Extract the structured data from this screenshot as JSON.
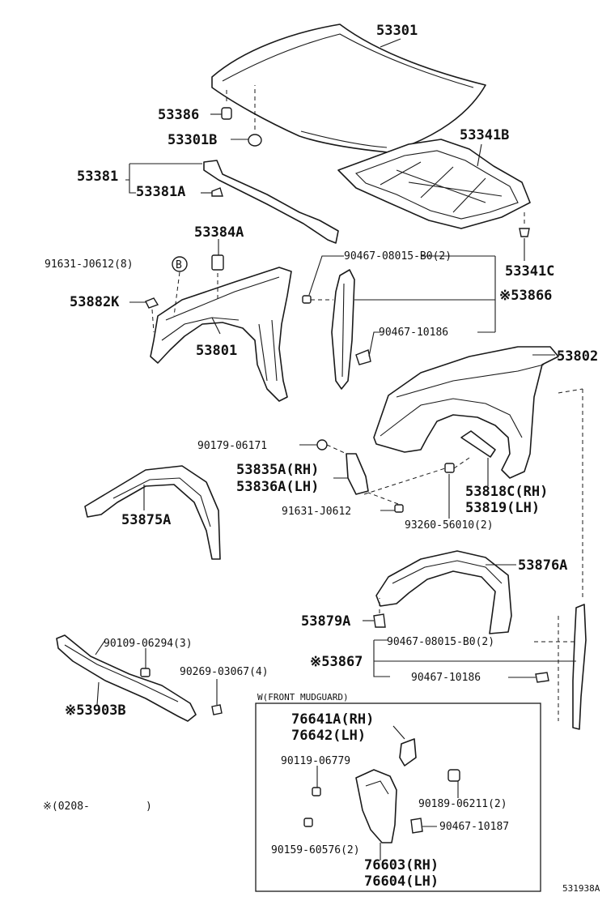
{
  "diagram": {
    "labels": {
      "hood": "53301",
      "hood_bumper": "53386",
      "hood_cushion": "53301B",
      "hood_seal": "53381",
      "hood_seal_clip": "53381A",
      "hood_insulator": "53341B",
      "insulator_clip": "53341C",
      "fender_bracket": "53384A",
      "screw_b": "91631-J0612(8)",
      "circle_b": "B",
      "clip_k": "53882K",
      "fender_lh": "53801",
      "bolt_upper": "90467-08015-B0(2)",
      "seal_upper": "※53866",
      "clip_upper": "90467-10186",
      "fender_rh": "53802",
      "nut_lower": "90179-06171",
      "brace_rh": "53835A(RH)",
      "brace_lh": "53836A(LH)",
      "liner_lh": "53875A",
      "screw_lower": "91631-J0612",
      "flare_rh": "53818C(RH)",
      "flare_lh": "53819(LH)",
      "bolt_flare": "93260-56010(2)",
      "liner_rh": "53876A",
      "liner_clip": "53879A",
      "bolt_lower": "90467-08015-B0(2)",
      "seal_lower": "※53867",
      "clip_lower": "90467-10186",
      "bolt_apron": "90109-06294(3)",
      "clip_apron": "90269-03067(4)",
      "apron": "※53903B",
      "footnote": "※(0208-",
      "footnote_close": ")",
      "mudguard_title": "W(FRONT MUDGUARD)",
      "mudguard_bracket_rh": "76641A(RH)",
      "mudguard_bracket_lh": "76642(LH)",
      "screw_mudguard_a": "90119-06779",
      "nut_mudguard": "90189-06211(2)",
      "clip_mudguard": "90467-10187",
      "screw_mudguard_b": "90159-60576(2)",
      "mudguard_rh": "76603(RH)",
      "mudguard_lh": "76604(LH)",
      "figure_code": "531938A"
    }
  }
}
